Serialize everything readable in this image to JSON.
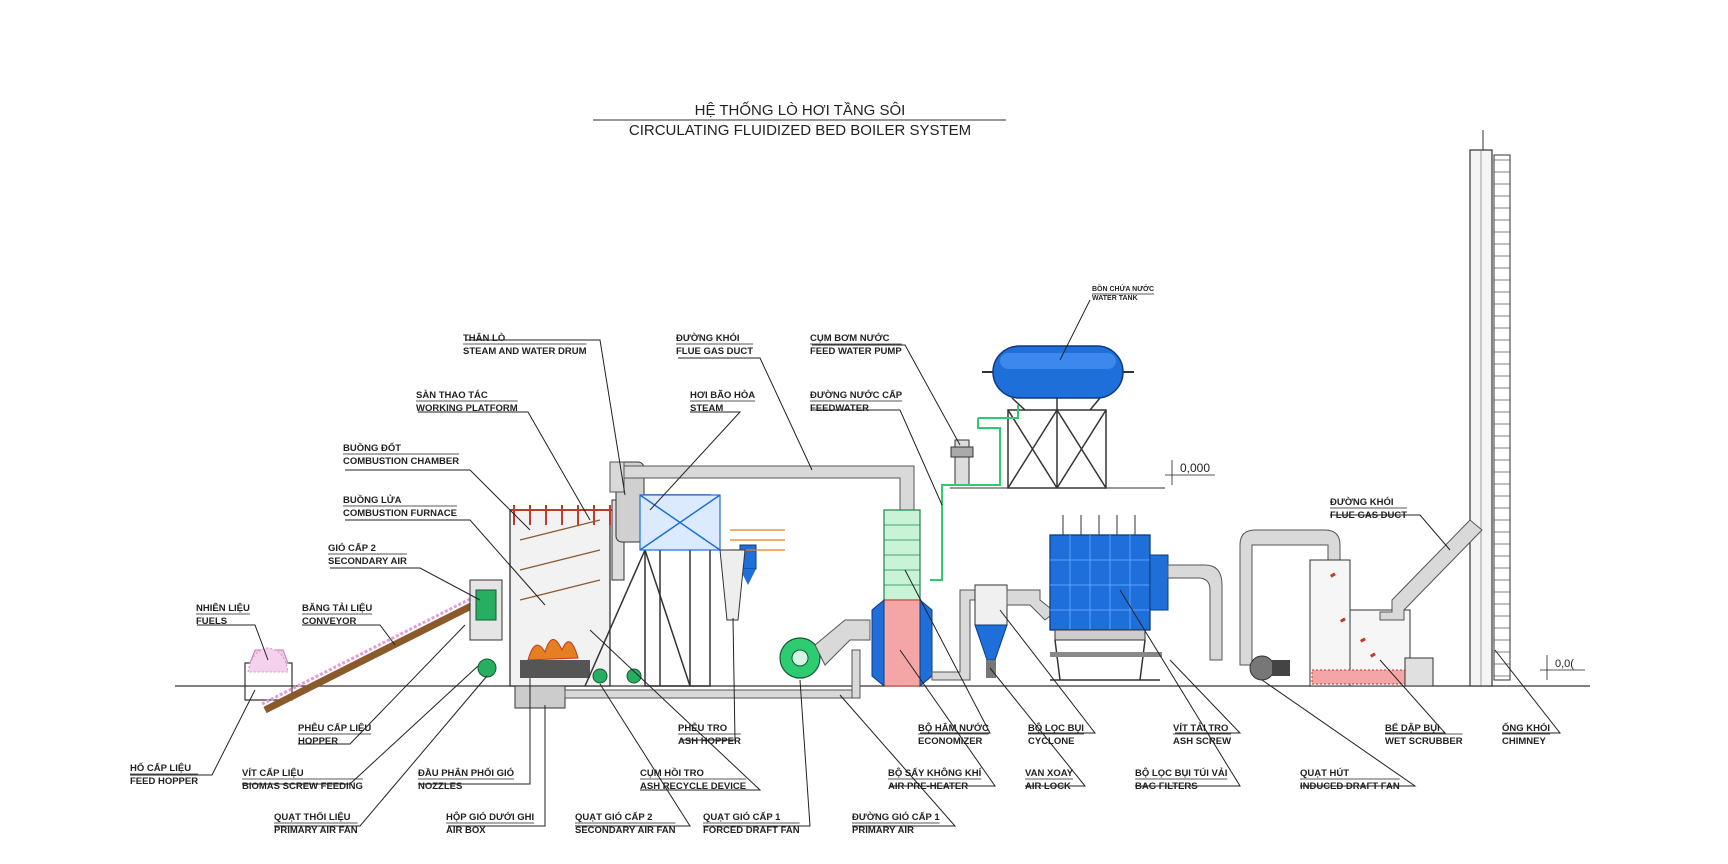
{
  "title": {
    "vi": "HỆ THỐNG LÒ HƠI TẦNG SÔI",
    "en": "CIRCULATING FLUIDIZED BED BOILER SYSTEM"
  },
  "elevation": {
    "main": "0,000",
    "chimney": "0,0("
  },
  "labels": {
    "water_tank": {
      "vi": "BỒN CHỨA NƯỚC",
      "en": "WATER TANK"
    },
    "steam_drum": {
      "vi": "THÂN LÒ",
      "en": "STEAM AND WATER DRUM"
    },
    "flue_gas_duct_1": {
      "vi": "ĐƯỜNG KHÓI",
      "en": "FLUE GAS DUCT"
    },
    "feed_water_pump": {
      "vi": "CỤM BƠM NƯỚC",
      "en": "FEED WATER PUMP"
    },
    "working_platform": {
      "vi": "SÀN THAO TÁC",
      "en": "WORKING PLATFORM"
    },
    "steam": {
      "vi": "HƠI BÃO HÒA",
      "en": "STEAM"
    },
    "feedwater": {
      "vi": "ĐƯỜNG NƯỚC CẤP",
      "en": "FEEDWATER"
    },
    "combustion_chamber": {
      "vi": "BUỒNG ĐỐT",
      "en": "COMBUSTION CHAMBER"
    },
    "combustion_furnace": {
      "vi": "BUỒNG LỬA",
      "en": "COMBUSTION FURNACE"
    },
    "secondary_air": {
      "vi": "GIÓ CẤP 2",
      "en": "SECONDARY AIR"
    },
    "fuels": {
      "vi": "NHIÊN LIỆU",
      "en": "FUELS"
    },
    "conveyor": {
      "vi": "BĂNG TẢI LIỆU",
      "en": "CONVEYOR"
    },
    "flue_gas_duct_2": {
      "vi": "ĐƯỜNG KHÓI",
      "en": "FLUE GAS DUCT"
    },
    "hopper": {
      "vi": "PHỄU CẤP LIỆU",
      "en": "HOPPER"
    },
    "feed_hopper": {
      "vi": "HỐ CẤP LIỆU",
      "en": "FEED HOPPER"
    },
    "screw_feeding": {
      "vi": "VÍT CẤP LIỆU",
      "en": "BIOMAS SCREW FEEDING"
    },
    "nozzles": {
      "vi": "ĐẦU PHÂN PHỐI GIÓ",
      "en": "NOZZLES"
    },
    "primary_air_fan": {
      "vi": "QUẠT THỔI LIỆU",
      "en": "PRIMARY AIR FAN"
    },
    "air_box": {
      "vi": "HỘP GIÓ DƯỚI GHI",
      "en": "AIR BOX"
    },
    "secondary_air_fan": {
      "vi": "QUẠT GIÓ CẤP 2",
      "en": "SECONDARY AIR FAN"
    },
    "forced_draft_fan": {
      "vi": "QUẠT GIÓ CẤP 1",
      "en": "FORCED DRAFT FAN"
    },
    "primary_air": {
      "vi": "ĐƯỜNG GIÓ CẤP 1",
      "en": "PRIMARY AIR"
    },
    "ash_hopper": {
      "vi": "PHỄU TRO",
      "en": "ASH HOPPER"
    },
    "ash_recycle": {
      "vi": "CỤM HỒI TRO",
      "en": "ASH RECYCLE DEVICE"
    },
    "economizer": {
      "vi": "BỘ HÂM NƯỚC",
      "en": "ECONOMIZER"
    },
    "air_preheater": {
      "vi": "BỘ SẤY KHÔNG KHÍ",
      "en": "AIR PRE-HEATER"
    },
    "cyclone": {
      "vi": "BỘ LỌC BỤI",
      "en": "CYCLONE"
    },
    "air_lock": {
      "vi": "VAN XOAY",
      "en": "AIR LOCK"
    },
    "bag_filters": {
      "vi": "BỘ LỌC BỤI TÚI VẢI",
      "en": "BAG FILTERS"
    },
    "ash_screw": {
      "vi": "VÍT TẢI TRO",
      "en": "ASH SCREW"
    },
    "induced_draft_fan": {
      "vi": "QUẠT HÚT",
      "en": "INDUCED DRAFT FAN"
    },
    "wet_scrubber": {
      "vi": "BỂ DẬP BỤI",
      "en": "WET SCRUBBER"
    },
    "chimney": {
      "vi": "ỐNG KHÓI",
      "en": "CHIMNEY"
    }
  },
  "colors": {
    "equipment_blue": "#1e6fd9",
    "furnace_red": "#c0392b",
    "economizer_green": "#2ecc71",
    "fan_green": "#27ae60",
    "duct_grey": "#d9d9d9",
    "conveyor_pink": "#e89ad6",
    "line_dark": "#222222"
  }
}
